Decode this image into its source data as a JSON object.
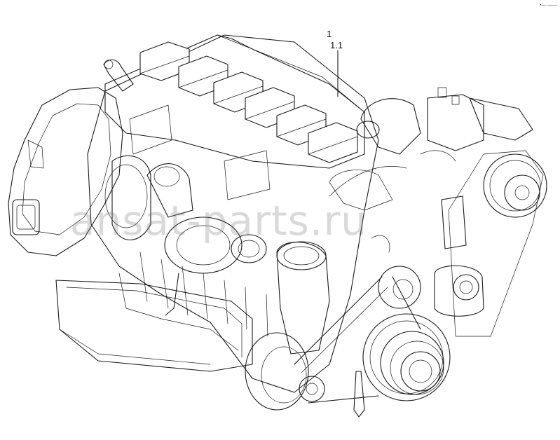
{
  "diagram": {
    "callouts": [
      {
        "id": "1",
        "label": "1"
      },
      {
        "id": "1.1",
        "label": "1.1"
      }
    ],
    "watermark": "ansat-parts.ru",
    "corner_mark": "•— ——"
  }
}
